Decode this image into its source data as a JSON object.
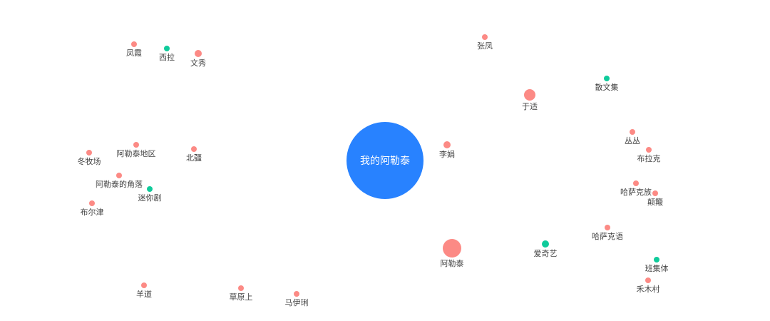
{
  "colors": {
    "center": "#2882ff",
    "red": "#fc8a85",
    "green": "#0fcb9b"
  },
  "center": {
    "label": "我的阿勒泰"
  },
  "nodes": [
    {
      "label": "凤霞",
      "group": "red",
      "size": "small"
    },
    {
      "label": "西拉",
      "group": "green",
      "size": "small"
    },
    {
      "label": "文秀",
      "group": "red",
      "size": "small"
    },
    {
      "label": "张凤",
      "group": "red",
      "size": "small"
    },
    {
      "label": "散文集",
      "group": "green",
      "size": "small"
    },
    {
      "label": "于适",
      "group": "red",
      "size": "medium"
    },
    {
      "label": "丛丛",
      "group": "red",
      "size": "small"
    },
    {
      "label": "布拉克",
      "group": "red",
      "size": "small"
    },
    {
      "label": "李娟",
      "group": "red",
      "size": "small"
    },
    {
      "label": "冬牧场",
      "group": "red",
      "size": "small"
    },
    {
      "label": "阿勒泰地区",
      "group": "red",
      "size": "small"
    },
    {
      "label": "北疆",
      "group": "red",
      "size": "small"
    },
    {
      "label": "阿勒泰的角落",
      "group": "red",
      "size": "small"
    },
    {
      "label": "迷你剧",
      "group": "green",
      "size": "small"
    },
    {
      "label": "布尔津",
      "group": "red",
      "size": "small"
    },
    {
      "label": "哈萨克族",
      "group": "red",
      "size": "small"
    },
    {
      "label": "颠簸",
      "group": "red",
      "size": "small"
    },
    {
      "label": "哈萨克语",
      "group": "red",
      "size": "small"
    },
    {
      "label": "阿勒泰",
      "group": "red",
      "size": "large"
    },
    {
      "label": "爱奇艺",
      "group": "green",
      "size": "small"
    },
    {
      "label": "班集体",
      "group": "green",
      "size": "small"
    },
    {
      "label": "禾木村",
      "group": "red",
      "size": "small"
    },
    {
      "label": "羊道",
      "group": "red",
      "size": "small"
    },
    {
      "label": "草原上",
      "group": "red",
      "size": "small"
    },
    {
      "label": "马伊琍",
      "group": "red",
      "size": "small"
    }
  ]
}
